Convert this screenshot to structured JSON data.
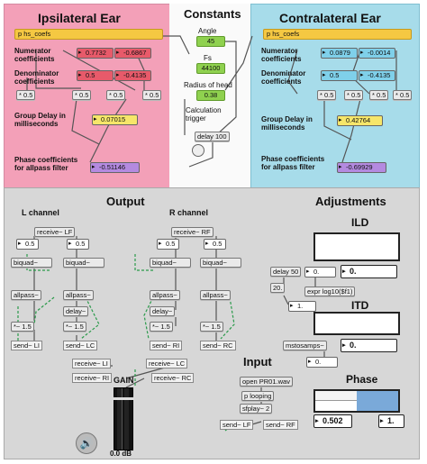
{
  "ipsi": {
    "title": "Ipsilateral Ear",
    "subpatch": "p hs_coefs",
    "numerator_label": "Numerator coefficients",
    "numerator_vals": [
      "0.7732",
      "-0.6867"
    ],
    "denominator_label": "Denominator coefficients",
    "denominator_vals": [
      "0.5",
      "-0.4135"
    ],
    "mult": [
      "* 0.5",
      "* 0.5",
      "* 0.5",
      "* 0.5"
    ],
    "group_delay_label": "Group Delay in milliseconds",
    "group_delay_val": "0.07015",
    "phase_label": "Phase coefficients for allpass filter",
    "phase_val": "-0.51146"
  },
  "contra": {
    "title": "Contralateral Ear",
    "subpatch": "p hs_coefs",
    "numerator_label": "Numerator coefficients",
    "numerator_vals": [
      "0.0879",
      "-0.0014"
    ],
    "denominator_label": "Denominator coefficients",
    "denominator_vals": [
      "0.5",
      "-0.4135"
    ],
    "mult": [
      "* 0.5",
      "* 0.5",
      "* 0.5",
      "* 0.5"
    ],
    "group_delay_label": "Group Delay in milliseconds",
    "group_delay_val": "0.42764",
    "phase_label": "Phase coefficients for allpass filter",
    "phase_val": "-0.69929"
  },
  "constants": {
    "title": "Constants",
    "angle_label": "Angle",
    "angle_val": "45",
    "fs_label": "Fs",
    "fs_val": "44100",
    "radius_label": "Radius of head",
    "radius_val": "0.38",
    "trigger_label": "Calculation trigger",
    "delay_obj": "delay 100"
  },
  "output": {
    "title": "Output",
    "l_channel": "L channel",
    "r_channel": "R channel",
    "receive_lf": "receive~ LF",
    "receive_rf": "receive~ RF",
    "num_05": "0.5",
    "biquad": "biquad~",
    "allpass": "allpass~",
    "delay": "delay~",
    "times_15": "*~ 1.5",
    "send_li": "send~ LI",
    "send_lc": "send~ LC",
    "send_ri": "send~ RI",
    "send_rc": "send~ RC",
    "receive_li": "receive~ LI",
    "receive_ri": "receive~ RI",
    "receive_lc": "receive~ LC",
    "receive_rc": "receive~ RC",
    "gain_label": "GAIN",
    "gain_value": "0.0 dB",
    "gain_level": 0.85
  },
  "adjustments": {
    "title": "Adjustments",
    "ild_title": "ILD",
    "delay50": "delay 50",
    "num_0": "0.",
    "num_20": "20.",
    "expr": "expr log10($f1)",
    "num_1": "1.",
    "big_0": "0.",
    "itd_title": "ITD",
    "mstosamps": "mstosamps~",
    "itd_val": "0.",
    "phase_title": "Phase",
    "phase_val1": "0.502",
    "phase_val2": "1.",
    "phase_level": 0.502
  },
  "input": {
    "title": "Input",
    "open_msg": "open PR01.wav",
    "looping": "p looping",
    "sfplay": "sfplay~ 2",
    "send_lf": "send~ LF",
    "send_rf": "send~ RF"
  },
  "colors": {
    "ipsi_bg": "#f3a0b8",
    "contra_bg": "#a7dcea",
    "bottom_bg": "#d7d7d7",
    "yellow": "#f5c842",
    "green": "#8fd14f"
  }
}
